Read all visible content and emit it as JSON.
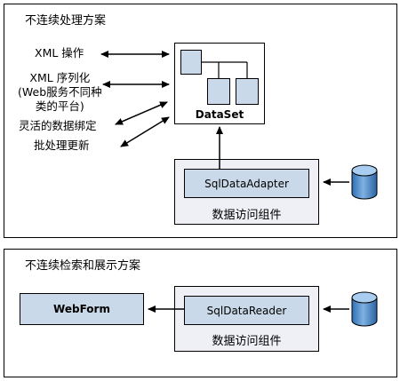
{
  "top": {
    "title": "不连续处理方案",
    "labels": {
      "xml_ops": "XML 操作",
      "xml_ser": "XML 序列化\n(Web服务不同种\n类的平台)",
      "binding": "灵活的数据绑定",
      "batch": "批处理更新"
    },
    "dataset": "DataSet",
    "adapter": "SqlDataAdapter",
    "component": "数据访问组件"
  },
  "bottom": {
    "title": "不连续检索和展示方案",
    "webform": "WebForm",
    "reader": "SqlDataReader",
    "component": "数据访问组件"
  },
  "colors": {
    "fill": "#c9d9ea",
    "outer": "#eef0f6",
    "db": "#3c7fc0"
  }
}
